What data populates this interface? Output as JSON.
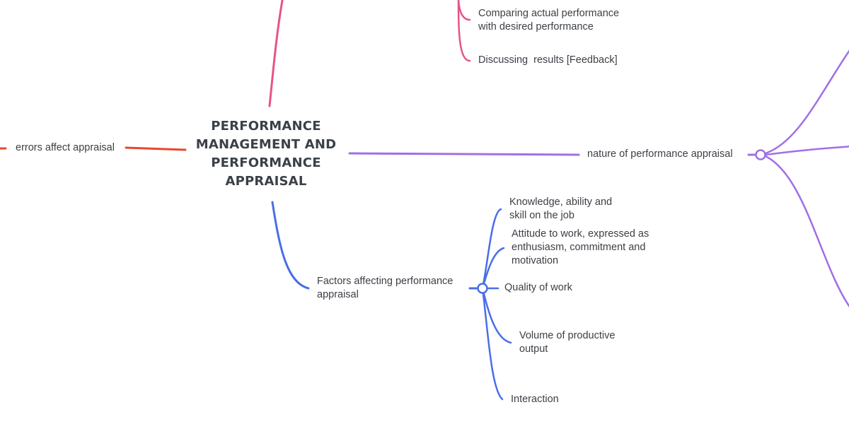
{
  "mindmap": {
    "root": {
      "label": "PERFORMANCE MANAGEMENT AND PERFORMANCE APPRAISAL"
    },
    "nodes": {
      "comparing": "Comparing actual performance with desired performance",
      "discussing": "Discussing  results [Feedback]",
      "errors": "errors affect appraisal",
      "nature": "nature of performance appraisal",
      "factors": "Factors affecting performance appraisal",
      "knowledge": "Knowledge, ability and skill on the job",
      "attitude": "Attitude to work, expressed as enthusiasm, commitment and motivation",
      "quality": "Quality of work",
      "volume": "Volume of productive output",
      "interaction": "Interaction"
    },
    "colors": {
      "pink": "#e8528a",
      "red": "#e9472c",
      "purple": "#a06fe6",
      "blue": "#4a6ee8",
      "text": "#3b3f45"
    }
  }
}
